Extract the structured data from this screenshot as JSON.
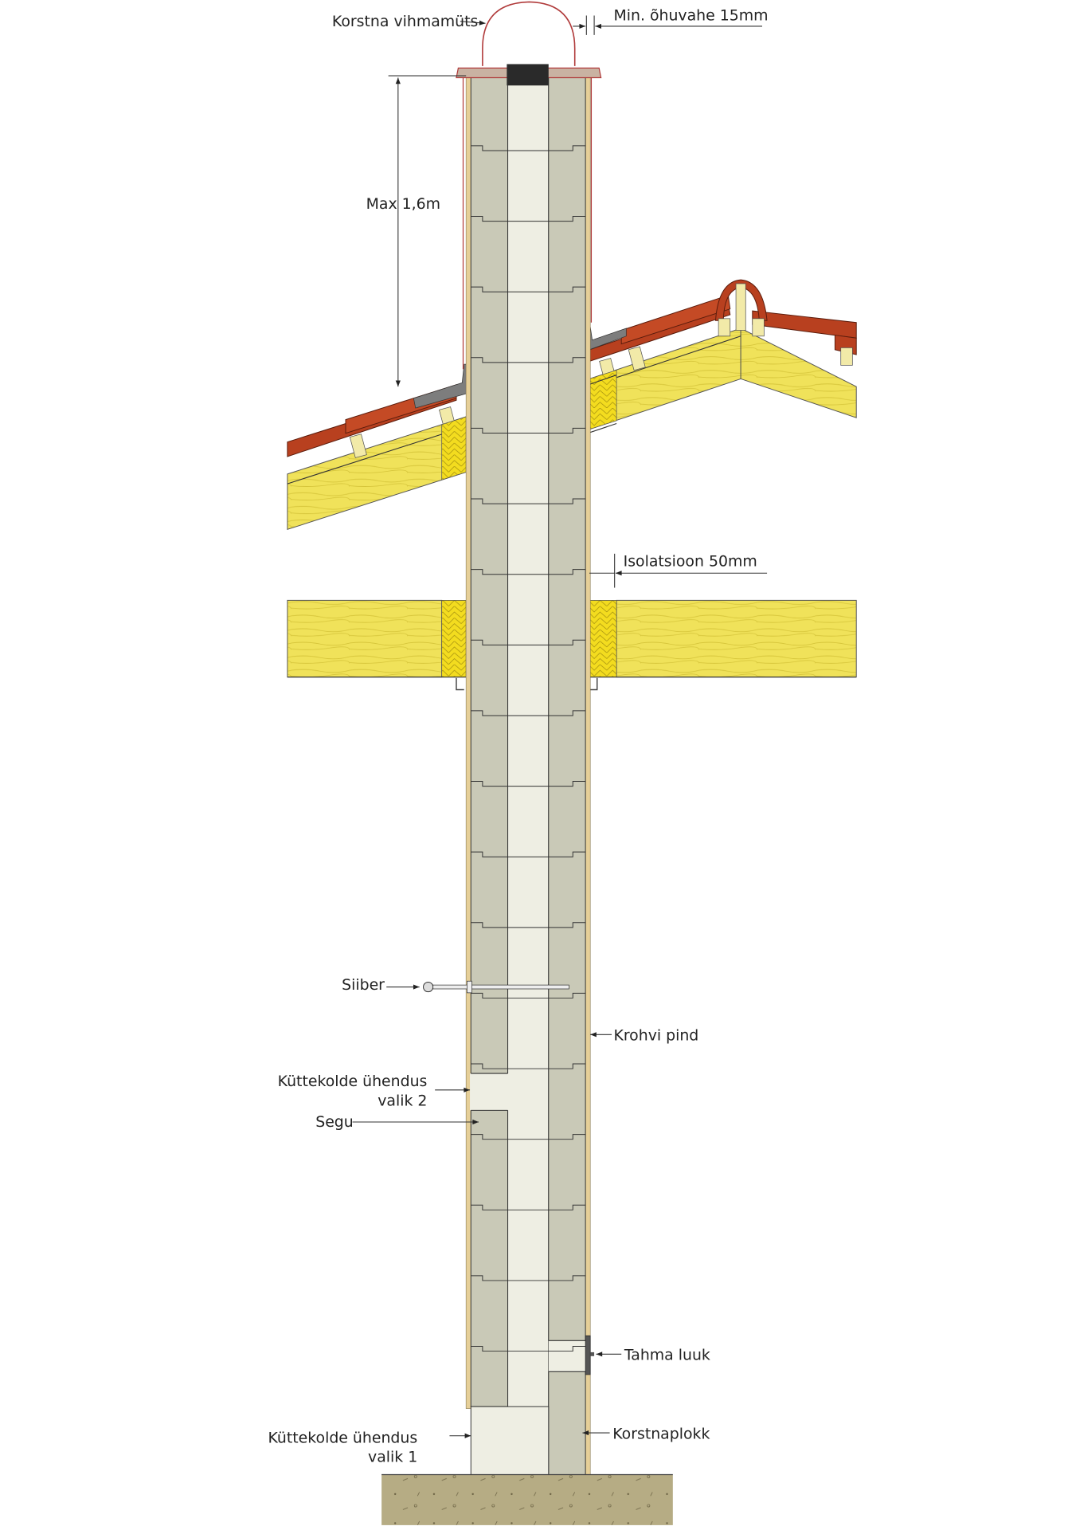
{
  "labels": {
    "rain_cap": "Korstna vihmamüts",
    "air_gap": "Min. õhuvahe 15mm",
    "max_height": "Max 1,6m",
    "insulation": "Isolatsioon 50mm",
    "damper": "Siiber",
    "plaster": "Krohvi pind",
    "connection2_line1": "Küttekolde ühendus",
    "connection2_line2": "valik 2",
    "mortar": "Segu",
    "soot_door": "Tahma luuk",
    "chimney_block": "Korstnaplokk",
    "connection1_line1": "Küttekolde ühendus",
    "connection1_line2": "valik 1"
  },
  "colors": {
    "block": "#c9c9b7",
    "flue": "#eeeee3",
    "timber": "#f0e25a",
    "tile": "#b8401f",
    "flashing": "#7d7d7d",
    "foundation": "#b6ac84",
    "plaster": "#e6cf98"
  }
}
